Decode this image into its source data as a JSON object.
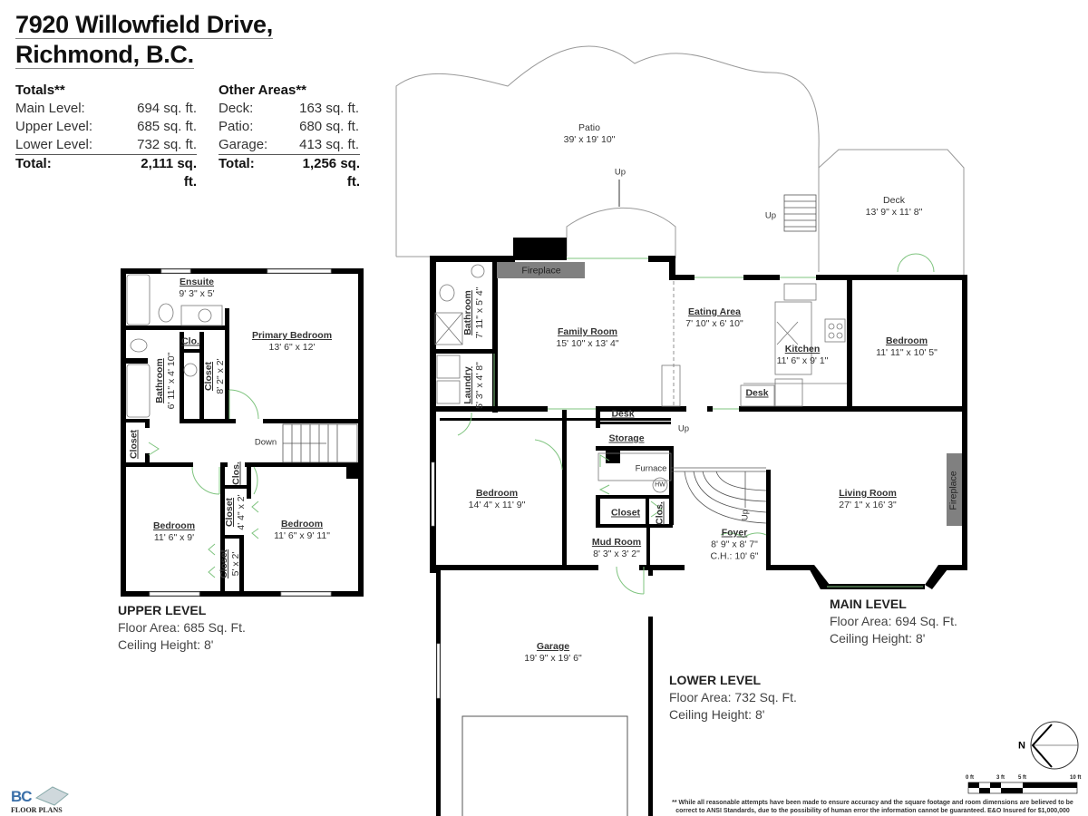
{
  "header": {
    "line1": "7920 Willowfield Drive,",
    "line2": "Richmond, B.C."
  },
  "totals": {
    "heading": "Totals**",
    "rows": [
      {
        "label": "Main Level:",
        "value": "694 sq. ft."
      },
      {
        "label": "Upper Level:",
        "value": "685 sq. ft."
      },
      {
        "label": "Lower Level:",
        "value": "732 sq. ft."
      }
    ],
    "total_label": "Total:",
    "total_value": "2,111 sq. ft."
  },
  "other_areas": {
    "heading": "Other Areas**",
    "rows": [
      {
        "label": "Deck:",
        "value": "163 sq. ft."
      },
      {
        "label": "Patio:",
        "value": "680 sq. ft."
      },
      {
        "label": "Garage:",
        "value": "413 sq. ft."
      }
    ],
    "total_label": "Total:",
    "total_value": "1,256 sq. ft."
  },
  "upper": {
    "ensuite": {
      "name": "Ensuite",
      "dims": "9' 3\" x 5'"
    },
    "primary_bedroom": {
      "name": "Primary Bedroom",
      "dims": "13' 6\" x 12'"
    },
    "clo": {
      "name": "Clo."
    },
    "bathroom": {
      "name": "Bathroom",
      "dims": "6' 11\" x 4' 10\""
    },
    "closet_a": {
      "name": "Closet",
      "dims": "8' 2\" x 2'"
    },
    "closet_left": {
      "name": "Closet"
    },
    "down": "Down",
    "clos": {
      "name": "Clos."
    },
    "closet_b": {
      "name": "Closet",
      "dims": "4' 4\" x 2'"
    },
    "closet_c": {
      "name": "Closet",
      "dims": "5' x 2'"
    },
    "bedroom_left": {
      "name": "Bedroom",
      "dims": "11' 6\" x 9'"
    },
    "bedroom_right": {
      "name": "Bedroom",
      "dims": "11' 6\" x 9' 11\""
    },
    "level": {
      "title": "UPPER LEVEL",
      "area": "Floor Area: 685 Sq. Ft.",
      "height": "Ceiling Height: 8'"
    }
  },
  "main": {
    "patio": {
      "name": "Patio",
      "dims": "39' x 19' 10\""
    },
    "patio_up": "Up",
    "deck": {
      "name": "Deck",
      "dims": "13' 9\" x 11' 8\""
    },
    "deck_up": "Up",
    "fireplace_top": "Fireplace",
    "bathroom": {
      "name": "Bathroom",
      "dims": "7' 11\" x 5' 4\""
    },
    "laundry": {
      "name": "Laundry",
      "dims": "5' 3\" x 4' 8\""
    },
    "family_room": {
      "name": "Family Room",
      "dims": "15' 10\" x 13' 4\""
    },
    "eating_area": {
      "name": "Eating Area",
      "dims": "7' 10\" x 6' 10\""
    },
    "kitchen": {
      "name": "Kitchen",
      "dims": "11' 6\" x 9' 1\""
    },
    "kitchen_desk": "Desk",
    "bedroom": {
      "name": "Bedroom",
      "dims": "11' 11\" x 10' 5\""
    },
    "living_room": {
      "name": "Living Room",
      "dims": "27' 1\" x 16' 3\""
    },
    "fireplace_living": "Fireplace",
    "foyer": {
      "name": "Foyer",
      "dims": "8' 9\" x 8' 7\"",
      "ceiling": "C.H.: 10' 6\""
    },
    "foyer_up": "Up",
    "level": {
      "title": "MAIN LEVEL",
      "area": "Floor Area:  694 Sq. Ft.",
      "height": "Ceiling Height: 8'"
    }
  },
  "lower": {
    "desk": "Desk",
    "storage": "Storage",
    "stair_up": "Up",
    "furnace": "Furnace",
    "hw": "HW",
    "bedroom": {
      "name": "Bedroom",
      "dims": "14' 4\" x 11' 9\""
    },
    "closet": "Closet",
    "clos": "Clos.",
    "mud_room": {
      "name": "Mud Room",
      "dims": "8' 3\" x 3' 2\""
    },
    "garage": {
      "name": "Garage",
      "dims": "19' 9\" x 19' 6\""
    },
    "level": {
      "title": "LOWER LEVEL",
      "area": "Floor Area: 732 Sq. Ft.",
      "height": "Ceiling Height: 8'"
    }
  },
  "compass": {
    "label": "N"
  },
  "scale": {
    "ticks": [
      "0 ft",
      "3 ft",
      "5 ft",
      "10 ft"
    ]
  },
  "logo": {
    "text_top": "BC",
    "text_bottom": "FLOOR PLANS"
  },
  "disclaimer": {
    "line1": "** While all reasonable attempts have been made to ensure accuracy and the square footage and room dimensions are believed to be",
    "line2": "correct to ANSI Standards, due to the possibility of human error the information cannot be guaranteed. E&O Insured for $1,000,000"
  },
  "colors": {
    "wall": "#000000",
    "door": "#7fc47f",
    "fireplace": "#808080",
    "title_underline": "#888888"
  }
}
